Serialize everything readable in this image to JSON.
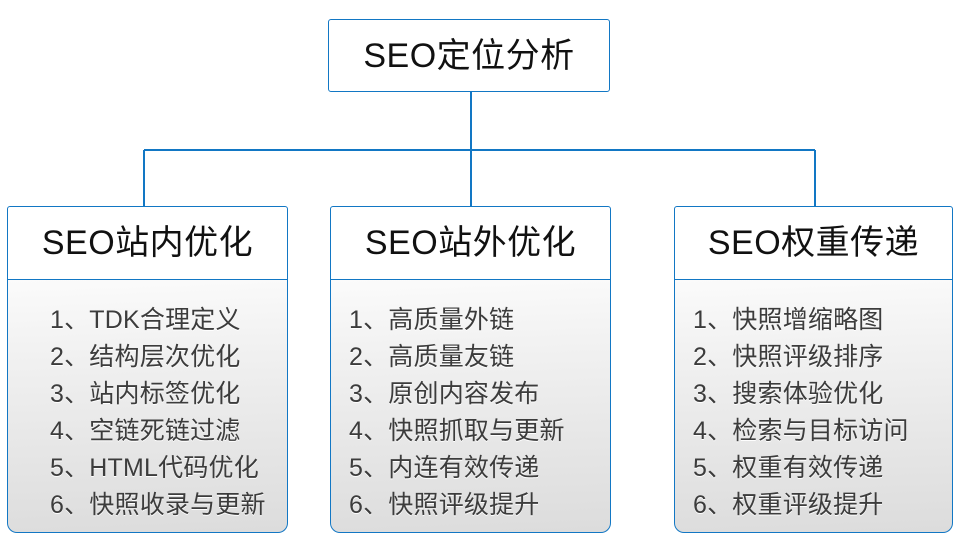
{
  "diagram": {
    "type": "org-tree",
    "orientation": "top-down",
    "accent_color": "#1277C4",
    "background_color": "#ffffff",
    "text_color": "#111111",
    "list_text_color": "#3c3c3c",
    "root": {
      "label": "SEO定位分析"
    },
    "branches": [
      {
        "title": "SEO站内优化",
        "items": [
          "1、TDK合理定义",
          "2、结构层次优化",
          "3、站内标签优化",
          "4、空链死链过滤",
          "5、HTML代码优化",
          "6、快照收录与更新"
        ]
      },
      {
        "title": "SEO站外优化",
        "items": [
          "1、高质量外链",
          "2、高质量友链",
          "3、原创内容发布",
          "4、快照抓取与更新",
          "5、内连有效传递",
          "6、快照评级提升"
        ]
      },
      {
        "title": "SEO权重传递",
        "items": [
          "1、快照增缩略图",
          "2、快照评级排序",
          "3、搜索体验优化",
          "4、检索与目标访问",
          "5、权重有效传递",
          "6、权重评级提升"
        ]
      }
    ]
  }
}
